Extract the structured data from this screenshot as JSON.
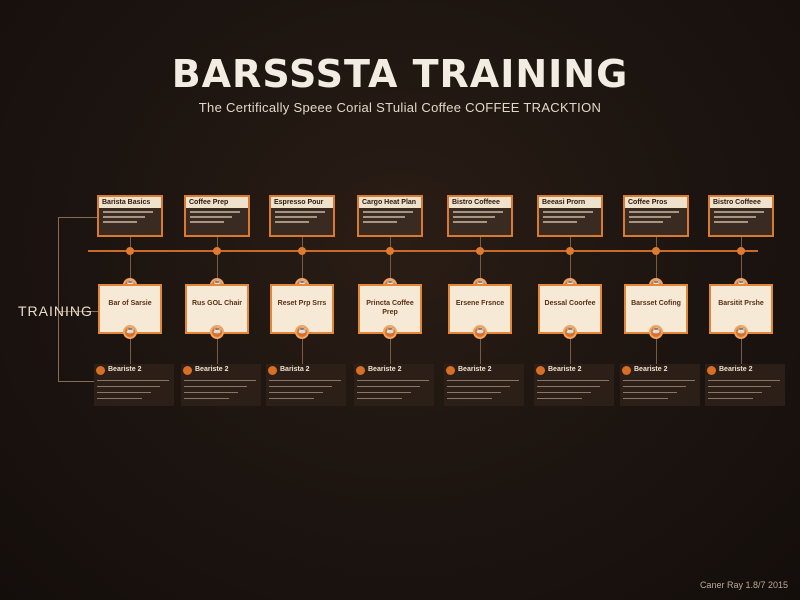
{
  "header": {
    "title": "BARSSSTA TRAINING",
    "subtitle": "The Certifically Speee Corial STulial Coffee COFFEE TRACKTION"
  },
  "side_label": "TRAINING",
  "stages": [
    {
      "header": "Barista Basics",
      "card": "Bar of Sarsie",
      "step": "Beariste 2"
    },
    {
      "header": "Coffee Prep",
      "card": "Rus GOL Chair",
      "step": "Beariste 2"
    },
    {
      "header": "Espresso Pour",
      "card": "Reset Prp Srrs",
      "step": "Barista 2"
    },
    {
      "header": "Cargo Heat Plan",
      "card": "Princta Coffee Prep",
      "step": "Beariste 2"
    },
    {
      "header": "Bistro Coffeee",
      "card": "Ersene Frsnce",
      "step": "Beariste 2"
    },
    {
      "header": "Beeasi Prorn",
      "card": "Dessal Coorfee",
      "step": "Beariste 2"
    },
    {
      "header": "Coffee Pros",
      "card": "Barsset Cofing",
      "step": "Beariste 2"
    },
    {
      "header": "Bistro Coffeee",
      "card": "Barsitit Prshe",
      "step": "Beariste 2"
    }
  ],
  "footer": "Caner Ray 1.8/7 2015"
}
